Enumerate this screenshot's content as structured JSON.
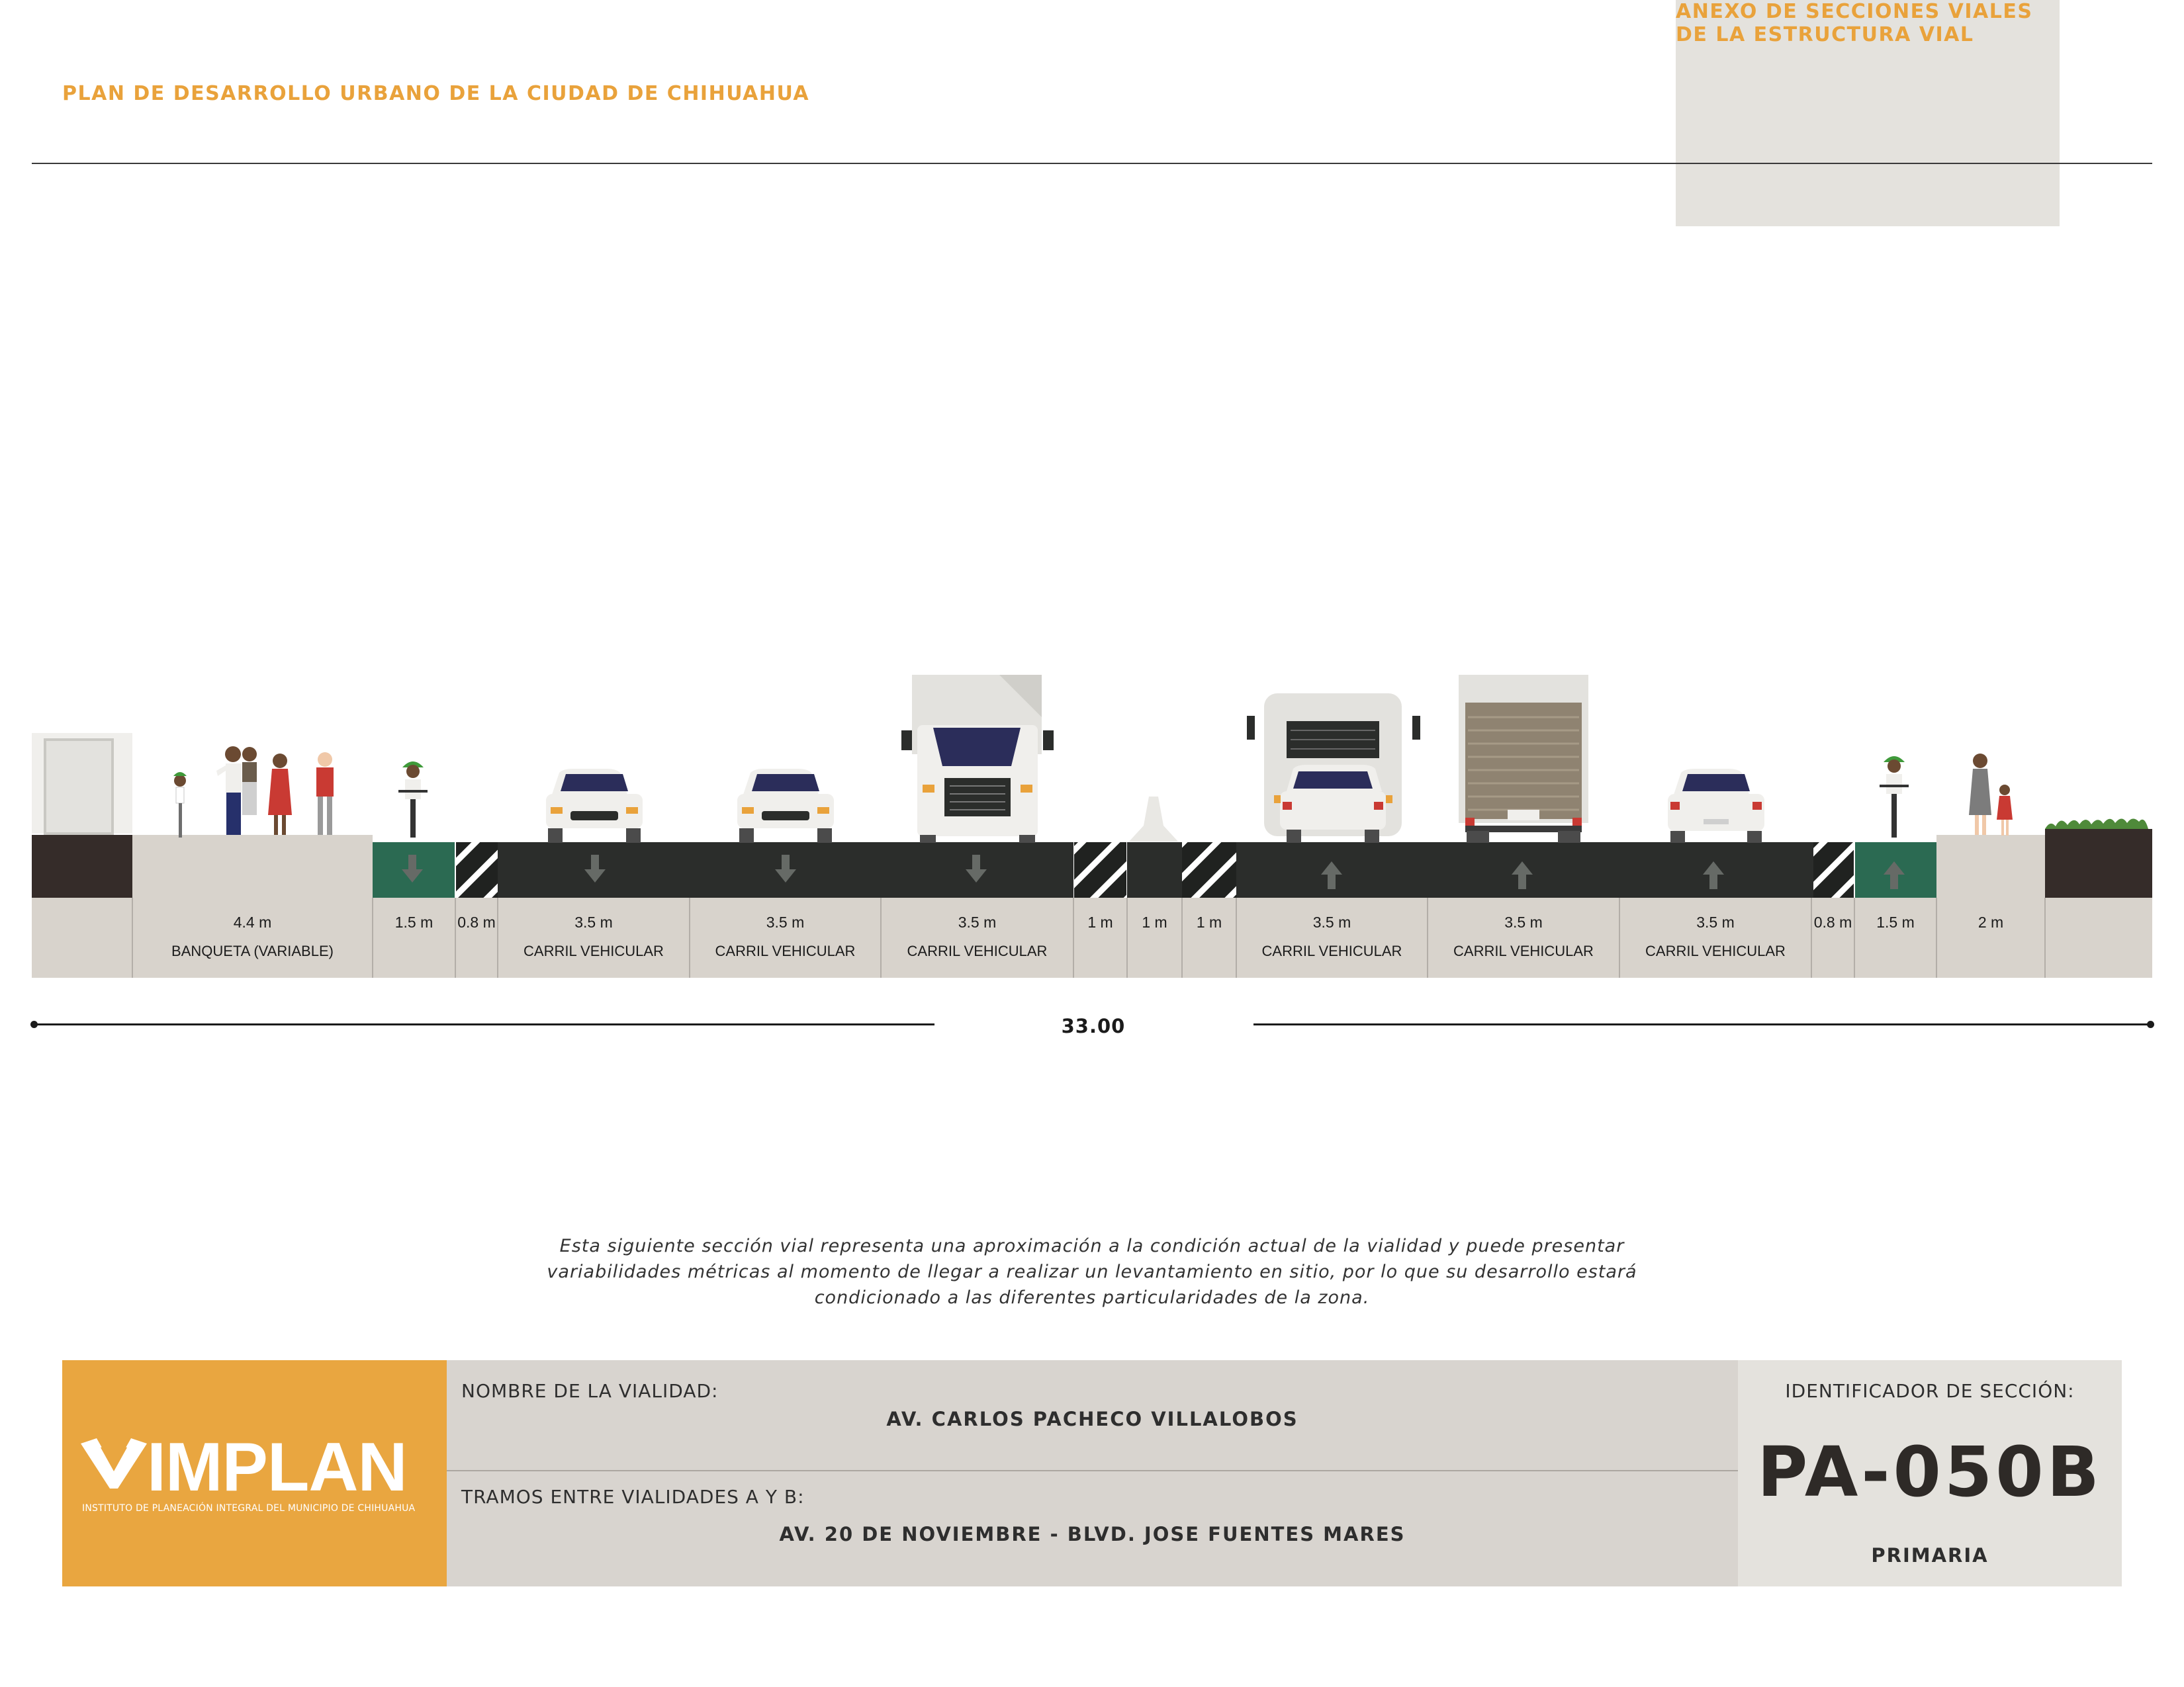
{
  "header": {
    "left_title": "PLAN DE DESARROLLO URBANO DE LA CIUDAD DE CHIHUAHUA",
    "right_title": "ANEXO DE SECCIONES VIALES DE LA ESTRUCTURA VIAL"
  },
  "section": {
    "total_width": "33.00",
    "segments": [
      {
        "type": "property",
        "width": "",
        "label": ""
      },
      {
        "type": "sidewalk",
        "width": "4.4 m",
        "label": "BANQUETA (VARIABLE)"
      },
      {
        "type": "bike-lane",
        "width": "1.5 m",
        "label": "",
        "direction": "down"
      },
      {
        "type": "buffer",
        "width": "0.8 m",
        "label": ""
      },
      {
        "type": "vehicle-lane",
        "width": "3.5 m",
        "label": "CARRIL VEHICULAR",
        "direction": "down",
        "vehicle": "car"
      },
      {
        "type": "vehicle-lane",
        "width": "3.5 m",
        "label": "CARRIL VEHICULAR",
        "direction": "down",
        "vehicle": "car"
      },
      {
        "type": "vehicle-lane",
        "width": "3.5 m",
        "label": "CARRIL VEHICULAR",
        "direction": "down",
        "vehicle": "truck"
      },
      {
        "type": "buffer",
        "width": "1 m",
        "label": ""
      },
      {
        "type": "median",
        "width": "1 m",
        "label": ""
      },
      {
        "type": "buffer",
        "width": "1 m",
        "label": ""
      },
      {
        "type": "vehicle-lane",
        "width": "3.5 m",
        "label": "CARRIL VEHICULAR",
        "direction": "up",
        "vehicle": "bus"
      },
      {
        "type": "vehicle-lane",
        "width": "3.5 m",
        "label": "CARRIL VEHICULAR",
        "direction": "up",
        "vehicle": "box-truck"
      },
      {
        "type": "vehicle-lane",
        "width": "3.5 m",
        "label": "CARRIL VEHICULAR",
        "direction": "up",
        "vehicle": "car"
      },
      {
        "type": "buffer",
        "width": "0.8 m",
        "label": ""
      },
      {
        "type": "bike-lane",
        "width": "1.5 m",
        "label": "",
        "direction": "up"
      },
      {
        "type": "sidewalk",
        "width": "2 m",
        "label": ""
      },
      {
        "type": "green-area",
        "width": "",
        "label": ""
      }
    ]
  },
  "note": {
    "lines": [
      "Esta siguiente sección vial representa una aproximación a la condición actual de la vialidad y puede presentar",
      "variabilidades métricas al momento de llegar a realizar un levantamiento en sitio, por lo que su desarrollo estará",
      "condicionado a las diferentes particularidades de la zona."
    ]
  },
  "info": {
    "logo": {
      "name": "IMPLAN",
      "subtitle": "INSTITUTO DE PLANEACIÓN INTEGRAL DEL MUNICIPIO DE CHIHUAHUA"
    },
    "road_name_label": "NOMBRE DE LA VIALIDAD:",
    "road_name": "AV. CARLOS PACHECO VILLALOBOS",
    "stretch_label": "TRAMOS ENTRE VIALIDADES A Y B:",
    "stretch": "AV. 20 DE NOVIEMBRE - BLVD. JOSE FUENTES MARES",
    "section_id_label": "IDENTIFICADOR DE SECCIÓN:",
    "section_id": "PA-050B",
    "classification": "PRIMARIA"
  },
  "colors": {
    "accent": "#e9a23b",
    "asphalt": "#2b2d2b",
    "bike_lane": "#2b6a52",
    "sidewalk": "#d8d3cc",
    "ground": "#352c29",
    "grass": "#4f8a3a",
    "logo_bg": "#e9a640"
  }
}
